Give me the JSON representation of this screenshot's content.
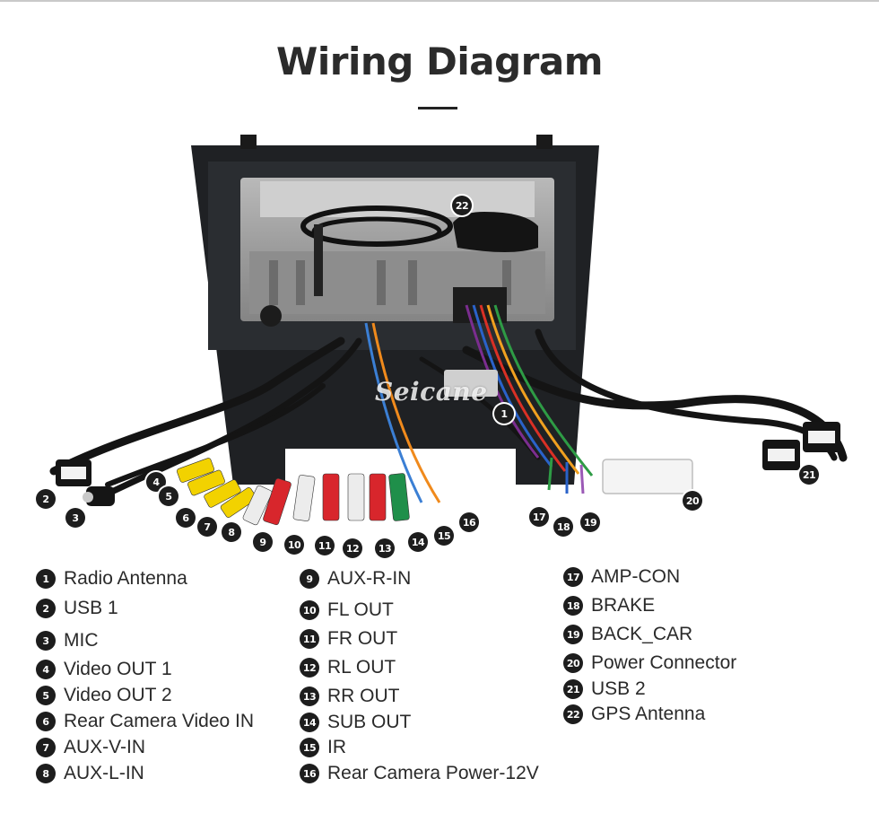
{
  "title": "Wiring Diagram",
  "brand": "Seicane",
  "colors": {
    "badge": "#1d1d1d",
    "rca_yellow": "#f2d200",
    "rca_red": "#d8262c",
    "rca_white": "#ececec",
    "rca_green": "#1f8f4a"
  },
  "items": [
    {
      "num": "1",
      "label": "Radio Antenna"
    },
    {
      "num": "2",
      "label": "USB 1"
    },
    {
      "num": "3",
      "label": "MIC"
    },
    {
      "num": "4",
      "label": "Video OUT 1"
    },
    {
      "num": "5",
      "label": "Video OUT 2"
    },
    {
      "num": "6",
      "label": "Rear Camera Video IN"
    },
    {
      "num": "7",
      "label": "AUX-V-IN"
    },
    {
      "num": "8",
      "label": "AUX-L-IN"
    },
    {
      "num": "9",
      "label": "AUX-R-IN"
    },
    {
      "num": "10",
      "label": "FL OUT"
    },
    {
      "num": "11",
      "label": "FR OUT"
    },
    {
      "num": "12",
      "label": "RL OUT"
    },
    {
      "num": "13",
      "label": "RR OUT"
    },
    {
      "num": "14",
      "label": "SUB OUT"
    },
    {
      "num": "15",
      "label": "IR"
    },
    {
      "num": "16",
      "label": "Rear Camera Power-12V"
    },
    {
      "num": "17",
      "label": "AMP-CON"
    },
    {
      "num": "18",
      "label": "BRAKE"
    },
    {
      "num": "19",
      "label": "BACK_CAR"
    },
    {
      "num": "20",
      "label": "Power Connector"
    },
    {
      "num": "21",
      "label": "USB 2"
    },
    {
      "num": "22",
      "label": "GPS Antenna"
    }
  ]
}
